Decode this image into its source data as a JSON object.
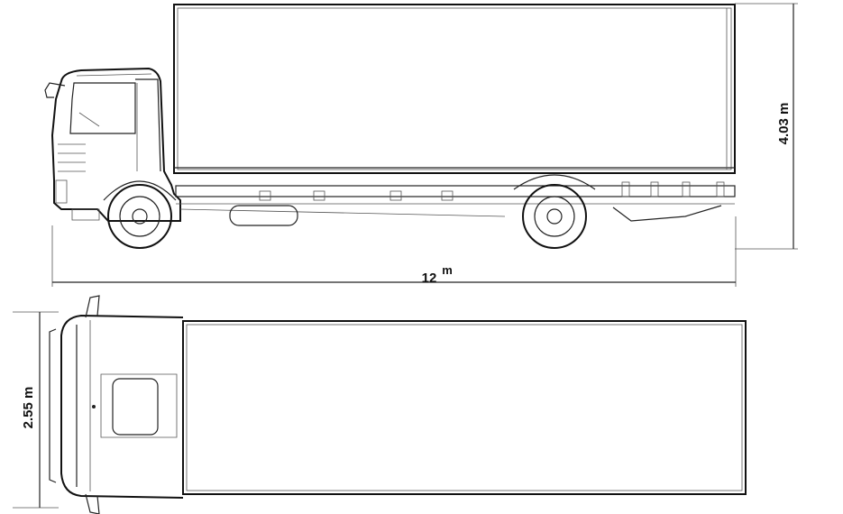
{
  "dimensions": {
    "height": "4.03 m",
    "length_value": "12",
    "length_unit": "m",
    "width": "2.55 m"
  }
}
